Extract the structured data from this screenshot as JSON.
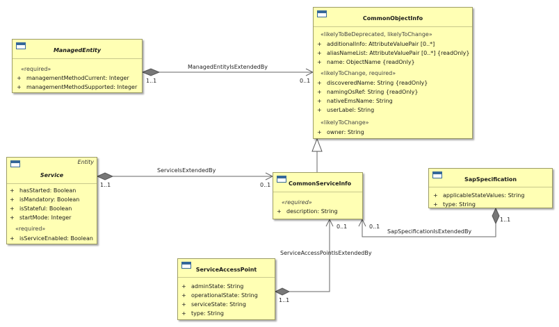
{
  "classes": {
    "commonObjectInfo": {
      "name": "CommonObjectInfo",
      "groups": [
        {
          "stereotype": "«likelyToBeDeprecated, likelyToChange»",
          "attrs": [
            "additionalInfo: AttributeValuePair [0..*]",
            "aliasNameList: AttributeValuePair [0..*] {readOnly}",
            "name: ObjectName {readOnly}"
          ]
        },
        {
          "stereotype": "«likelyToChange, required»",
          "attrs": [
            "discoveredName: String {readOnly}",
            "namingOsRef: String {readOnly}",
            "nativeEmsName: String",
            "userLabel: String"
          ]
        },
        {
          "stereotype": "«likelyToChange»",
          "attrs": [
            "owner: String"
          ]
        }
      ]
    },
    "managedEntity": {
      "name": "ManagedEntity",
      "groups": [
        {
          "stereotype": "«required»",
          "attrs": [
            "managementMethodCurrent: Integer",
            "managementMethodSupported: Integer"
          ]
        }
      ]
    },
    "service": {
      "name": "Service",
      "tag": "Entity",
      "groups": [
        {
          "stereotype": "",
          "attrs": [
            "hasStarted: Boolean",
            "isMandatory: Boolean",
            "isStateful: Boolean",
            "startMode: Integer"
          ]
        },
        {
          "stereotype": "«required»",
          "attrs": [
            "isServiceEnabled: Boolean"
          ]
        }
      ]
    },
    "commonServiceInfo": {
      "name": "CommonServiceInfo",
      "groups": [
        {
          "stereotype": "«required»",
          "italic": true,
          "attrs": [
            "description: String"
          ]
        }
      ]
    },
    "sapSpecification": {
      "name": "SapSpecification",
      "groups": [
        {
          "stereotype": "",
          "attrs": [
            "applicableStateValues: String",
            "type: String"
          ]
        }
      ]
    },
    "serviceAccessPoint": {
      "name": "ServiceAccessPoint",
      "groups": [
        {
          "stereotype": "",
          "attrs": [
            "adminState: String",
            "operationalState: String",
            "serviceState: String",
            "type: String"
          ]
        }
      ]
    }
  },
  "visibility": "+",
  "associations": {
    "managedEntity": {
      "label": "ManagedEntityIsExtendedBy",
      "source_mult": "1..1",
      "target_mult": "0..1"
    },
    "service": {
      "label": "ServiceIsExtendedBy",
      "source_mult": "1..1",
      "target_mult": "0..1"
    },
    "sapSpecification": {
      "label": "SapSpecificationIsExtendedBy",
      "source_mult": "1..1",
      "target_mult": "0..1"
    },
    "serviceAccessPoint": {
      "label": "ServiceAccessPointIsExtendedBy",
      "source_mult": "1..1",
      "target_mult": "0..1"
    }
  }
}
